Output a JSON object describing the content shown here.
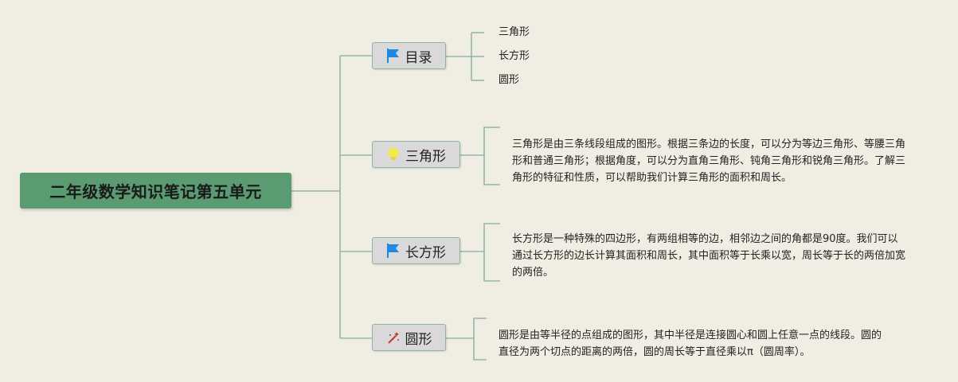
{
  "root": {
    "title": "二年级数学知识笔记第五单元"
  },
  "branches": [
    {
      "label": "目录",
      "icon": "blue-flag-icon",
      "items": [
        "三角形",
        "长方形",
        "圆形"
      ]
    },
    {
      "label": "三角形",
      "icon": "lightbulb-icon",
      "text": "三角形是由三条线段组成的图形。根据三条边的长度，可以分为等边三角形、等腰三角形和普通三角形；根据角度，可以分为直角三角形、钝角三角形和锐角三角形。了解三角形的特征和性质，可以帮助我们计算三角形的面积和周长。"
    },
    {
      "label": "长方形",
      "icon": "blue-flag-icon",
      "text": "长方形是一种特殊的四边形，有两组相等的边，相邻边之间的角都是90度。我们可以通过长方形的边长计算其面积和周长，其中面积等于长乘以宽，周长等于长的两倍加宽的两倍。"
    },
    {
      "label": "圆形",
      "icon": "magic-wand-icon",
      "text": "圆形是由等半径的点组成的图形，其中半径是连接圆心和圆上任意一点的线段。圆的直径为两个切点的距离的两倍，圆的周长等于直径乘以π（圆周率）。"
    }
  ],
  "colors": {
    "background": "#f0ede3",
    "root": "#5a9b72",
    "line": "#7fae9f",
    "node": "#d9d9d9",
    "flag": "#1e88e5",
    "bulb": "#f5e94a",
    "wand": "#c0392b"
  }
}
